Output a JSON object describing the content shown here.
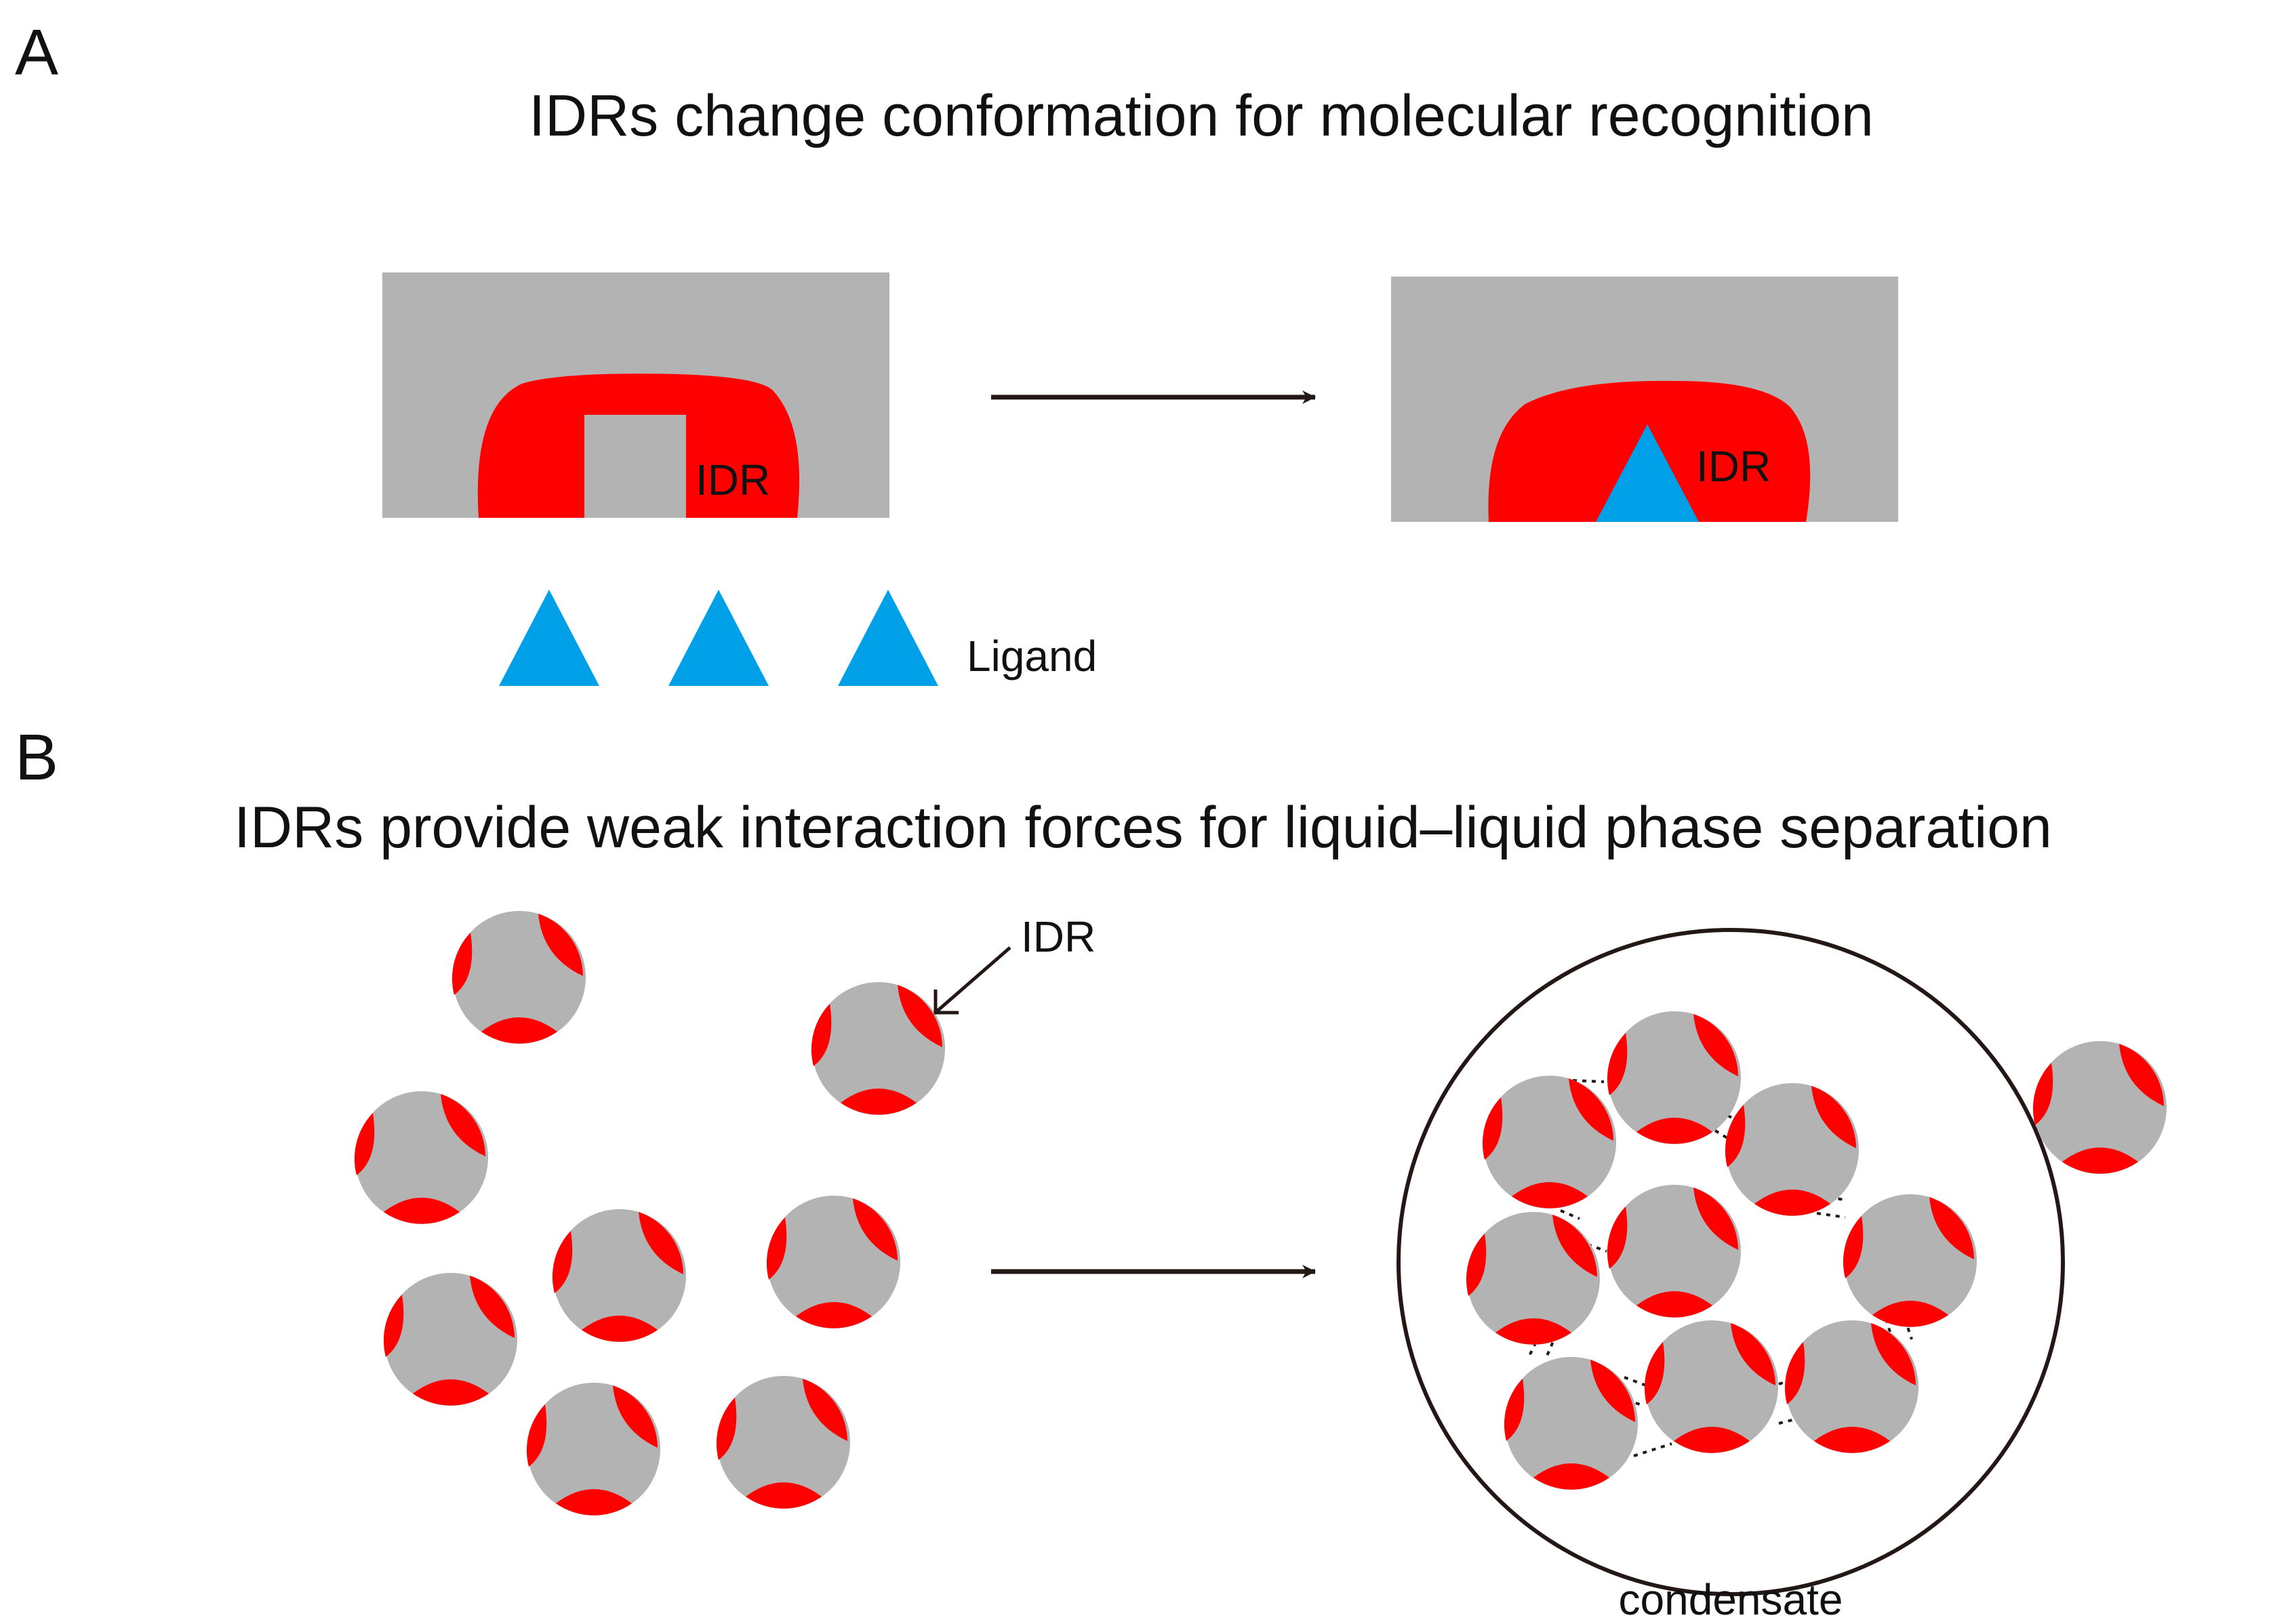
{
  "panel_a": {
    "letter": "A",
    "title": "IDRs change conformation for molecular recognition",
    "idr_label_before": "IDR",
    "idr_label_after": "IDR",
    "ligand_label": "Ligand"
  },
  "panel_b": {
    "letter": "B",
    "title": "IDRs provide weak interaction forces for liquid–liquid phase separation",
    "idr_pointer_label": "IDR",
    "condensate_label": "condensate"
  },
  "colors": {
    "protein": "#b3b3b4",
    "idr": "#ff0000",
    "ligand": "#00a0e9",
    "arrow": "#231815",
    "text": "#111111"
  },
  "icons": [
    "right-arrow-icon",
    "ligand-triangle-icon",
    "protein-sphere-icon",
    "condensate-droplet-icon"
  ]
}
